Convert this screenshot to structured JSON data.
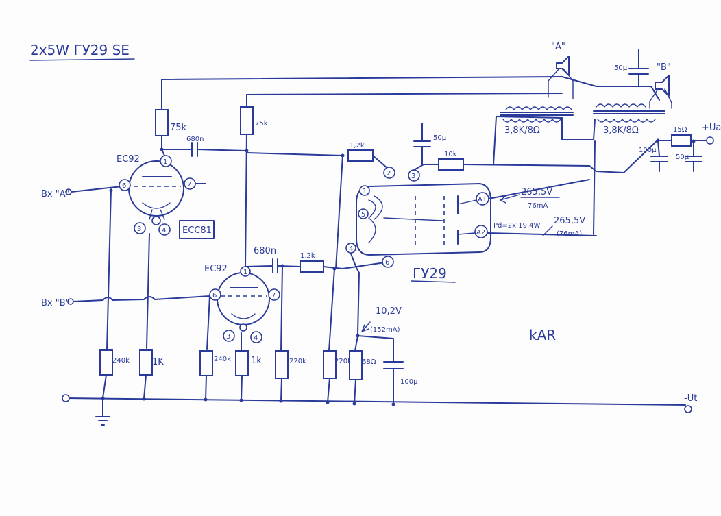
{
  "title": "2x5W  ГУ29  SE",
  "tubes": {
    "v1": "EC92",
    "v1_alt": "ECC81",
    "v2": "EC92",
    "output": "ГУ29"
  },
  "inputs": {
    "a": "Вх \"A\"",
    "b": "Вх \"B\""
  },
  "supply": {
    "plus": "+Ua",
    "minus": "-Ut"
  },
  "speakers": {
    "a": "\"A\"",
    "b": "\"B\""
  },
  "transformers": {
    "ta": "3,8K/8Ω",
    "tb": "3,8K/8Ω"
  },
  "components": {
    "r_plate_1": "75k",
    "r_plate_2": "75k",
    "c_coupling_1": "680n",
    "c_coupling_2": "680n",
    "r_grid_stop_1": "1,2k",
    "r_grid_stop_2": "1,2k",
    "c_screen": "50μ",
    "r_screen": "10k",
    "r_grid_1": "240k",
    "r_cath_1": "1K",
    "r_grid_2": "240k",
    "r_cath_2": "1k",
    "r_g_out_1": "220k",
    "r_g_out_2": "220k",
    "r_cath_out": "68Ω",
    "c_cath_out": "100μ",
    "c_supply_a": "50μ",
    "c_filter_1": "100μ",
    "r_filter": "15Ω",
    "c_filter_2": "50μ"
  },
  "pins": {
    "v1_anode": "1",
    "v1_grid": "6",
    "v1_grid_b": "7",
    "v1_heater_a": "3",
    "v1_heater_b": "4",
    "v2_anode": "1",
    "v2_grid": "6",
    "v2_grid_b": "7",
    "v2_heater_a": "3",
    "v2_heater_b": "4",
    "gu_p1": "1",
    "gu_p2": "2",
    "gu_p3": "3",
    "gu_p4": "4",
    "gu_p5": "5",
    "gu_p6": "6",
    "gu_a1": "A1",
    "gu_a2": "A2"
  },
  "annotations": {
    "a1_voltage": "265,5V",
    "a1_current": "76mA",
    "a2_power": "Pd=2x 19,4W",
    "a2_voltage": "265,5V",
    "a2_current": "(76mA)",
    "cathode_voltage": "10,2V",
    "cathode_current": "(152mA)",
    "signature": "kAR"
  }
}
